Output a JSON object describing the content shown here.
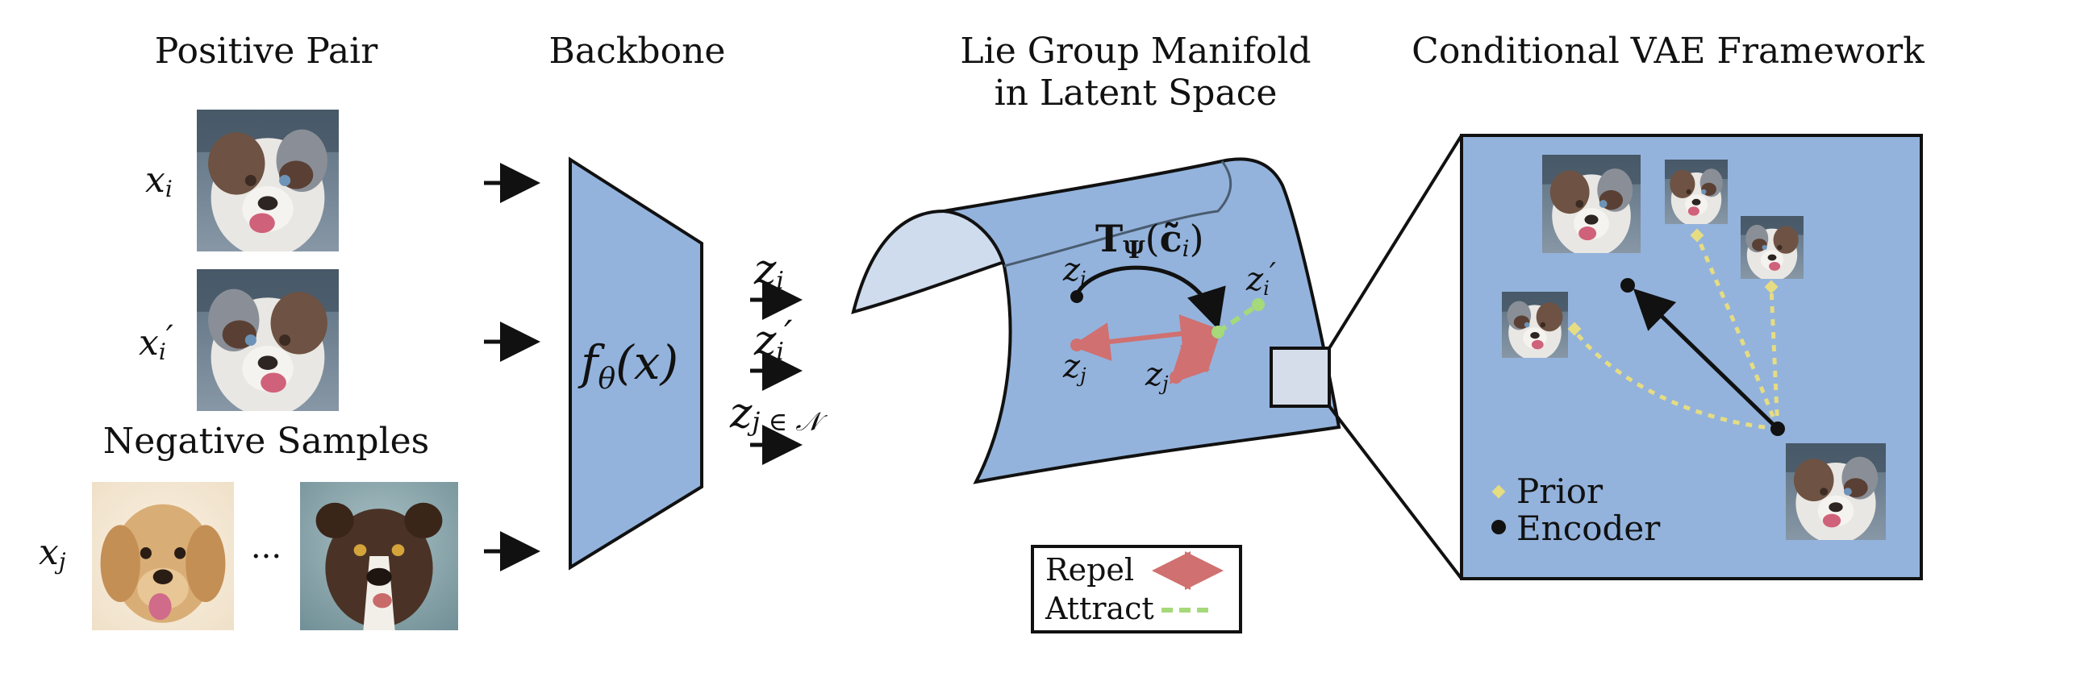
{
  "titles": {
    "positive_pair": "Positive Pair",
    "negative_samples": "Negative Samples",
    "backbone": "Backbone",
    "manifold_line1": "Lie Group Manifold",
    "manifold_line2": "in Latent Space",
    "cvae": "Conditional VAE Framework"
  },
  "inputs": {
    "xi": "x",
    "xi_sub": "i",
    "xi_prime": "x",
    "xi_prime_sub": "i",
    "xi_prime_mark": "′",
    "xj": "x",
    "xj_sub": "j",
    "ellipsis": "..."
  },
  "backbone": {
    "f": "f",
    "theta": "θ",
    "arg": "(x)"
  },
  "latents": {
    "zi": "z",
    "zi_sub": "i",
    "zi_prime": "z",
    "zi_prime_sub": "i",
    "zi_prime_mark": "′",
    "zj": "z",
    "zj_sub": "j ∈ 𝒩"
  },
  "manifold": {
    "transform_T": "T",
    "transform_sub": "Ψ",
    "transform_arg_open": "(",
    "transform_c": "c̃",
    "transform_c_sub": "i",
    "transform_arg_close": ")",
    "zi": "z",
    "zi_sub": "i",
    "zi_prime": "z",
    "zi_prime_sub": "i",
    "zi_prime_mark": "′",
    "zj1": "z",
    "zj1_sub": "j",
    "zj2": "z",
    "zj2_sub": "j"
  },
  "legend": {
    "repel": "Repel",
    "attract": "Attract"
  },
  "cvae_legend": {
    "prior": "Prior",
    "encoder": "Encoder"
  },
  "colors": {
    "panel_blue": "#93b3dc",
    "repel_red": "#d07070",
    "attract_green": "#a6d97a",
    "prior_yellow": "#e6dc82",
    "stroke": "#111111"
  },
  "images": {
    "aussie_main": "dog-photo",
    "aussie_pair": "dog-photo",
    "puppy": "dog-photo",
    "pitbull": "dog-photo"
  }
}
